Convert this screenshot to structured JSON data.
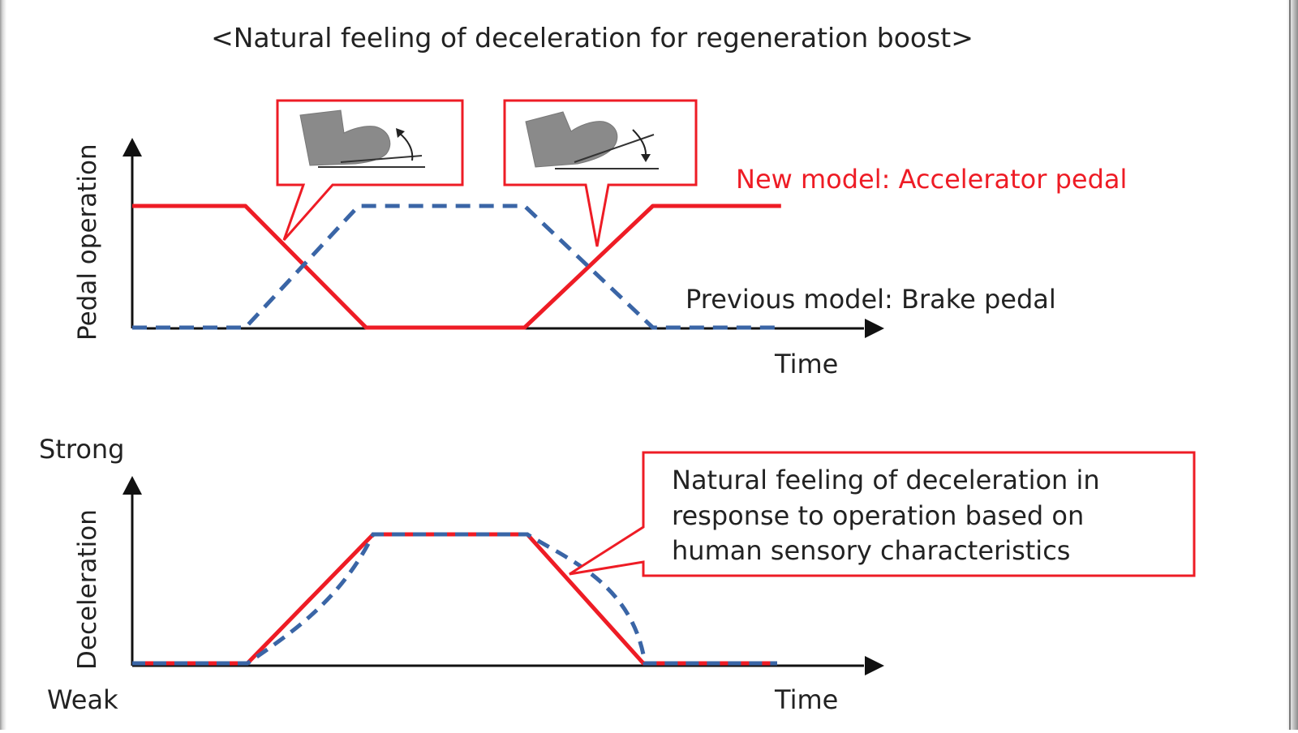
{
  "title": "<Natural feeling of deceleration for regeneration boost>",
  "top_chart": {
    "y_axis_label": "Pedal operation",
    "x_axis_label": "Time",
    "series": [
      {
        "name": "New model: Accelerator pedal",
        "color": "#ee1c25",
        "style": "solid",
        "points": [
          [
            0,
            1
          ],
          [
            0.15,
            1
          ],
          [
            0.31,
            0
          ],
          [
            0.52,
            0
          ],
          [
            0.69,
            1
          ],
          [
            0.86,
            1
          ]
        ]
      },
      {
        "name": "Previous model: Brake pedal",
        "color": "#3a65a6",
        "style": "dashed",
        "points": [
          [
            0,
            0
          ],
          [
            0.15,
            0
          ],
          [
            0.3,
            1
          ],
          [
            0.52,
            1
          ],
          [
            0.69,
            0
          ],
          [
            0.86,
            0
          ]
        ]
      }
    ],
    "callouts": [
      {
        "icon": "foot-lifting-off-pedal-icon"
      },
      {
        "icon": "foot-pressing-pedal-icon"
      }
    ]
  },
  "bottom_chart": {
    "y_axis_label": "Deceleration",
    "y_top_label": "Strong",
    "y_bottom_label": "Weak",
    "x_axis_label": "Time",
    "callout_text": [
      "Natural feeling of deceleration in",
      "response to operation based on",
      "human sensory characteristics"
    ]
  },
  "colors": {
    "red": "#ee1c25",
    "blue": "#3a65a6",
    "axis": "#111111",
    "pedal_gray": "#8a8a8a"
  }
}
